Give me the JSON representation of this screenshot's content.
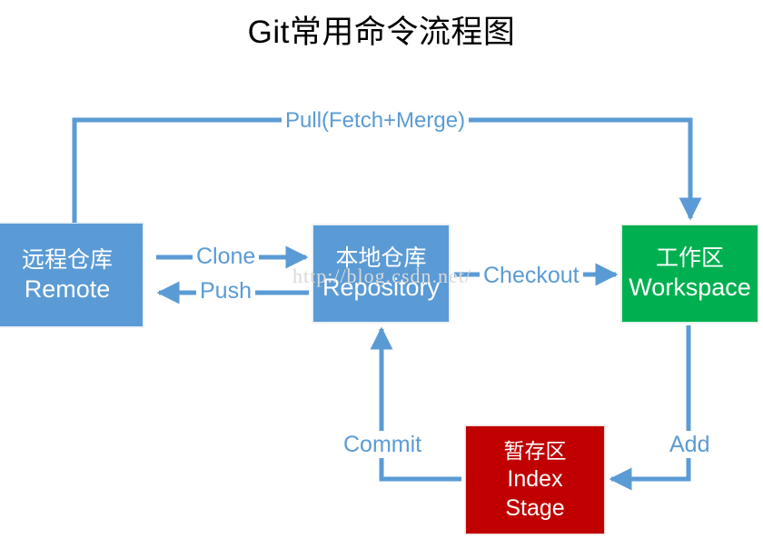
{
  "title": "Git常用命令流程图",
  "watermark": "http://blog.csdn.net/",
  "nodes": {
    "remote": {
      "cn": "远程仓库",
      "en": "Remote",
      "color": "#5b9bd5"
    },
    "repository": {
      "cn": "本地仓库",
      "en": "Repository",
      "color": "#5b9bd5"
    },
    "workspace": {
      "cn": "工作区",
      "en": "Workspace",
      "color": "#00b050"
    },
    "index": {
      "cn": "暂存区",
      "en": "Index",
      "en2": "Stage",
      "color": "#c00000"
    }
  },
  "edges": {
    "pull": "Pull(Fetch+Merge)",
    "clone": "Clone",
    "push": "Push",
    "checkout": "Checkout",
    "commit": "Commit",
    "add": "Add"
  },
  "colors": {
    "arrow": "#5b9bd5",
    "blue_box": "#5b9bd5",
    "green_box": "#00b050",
    "red_box": "#c00000",
    "title_text": "#000000",
    "watermark": "#d9d9d9"
  }
}
